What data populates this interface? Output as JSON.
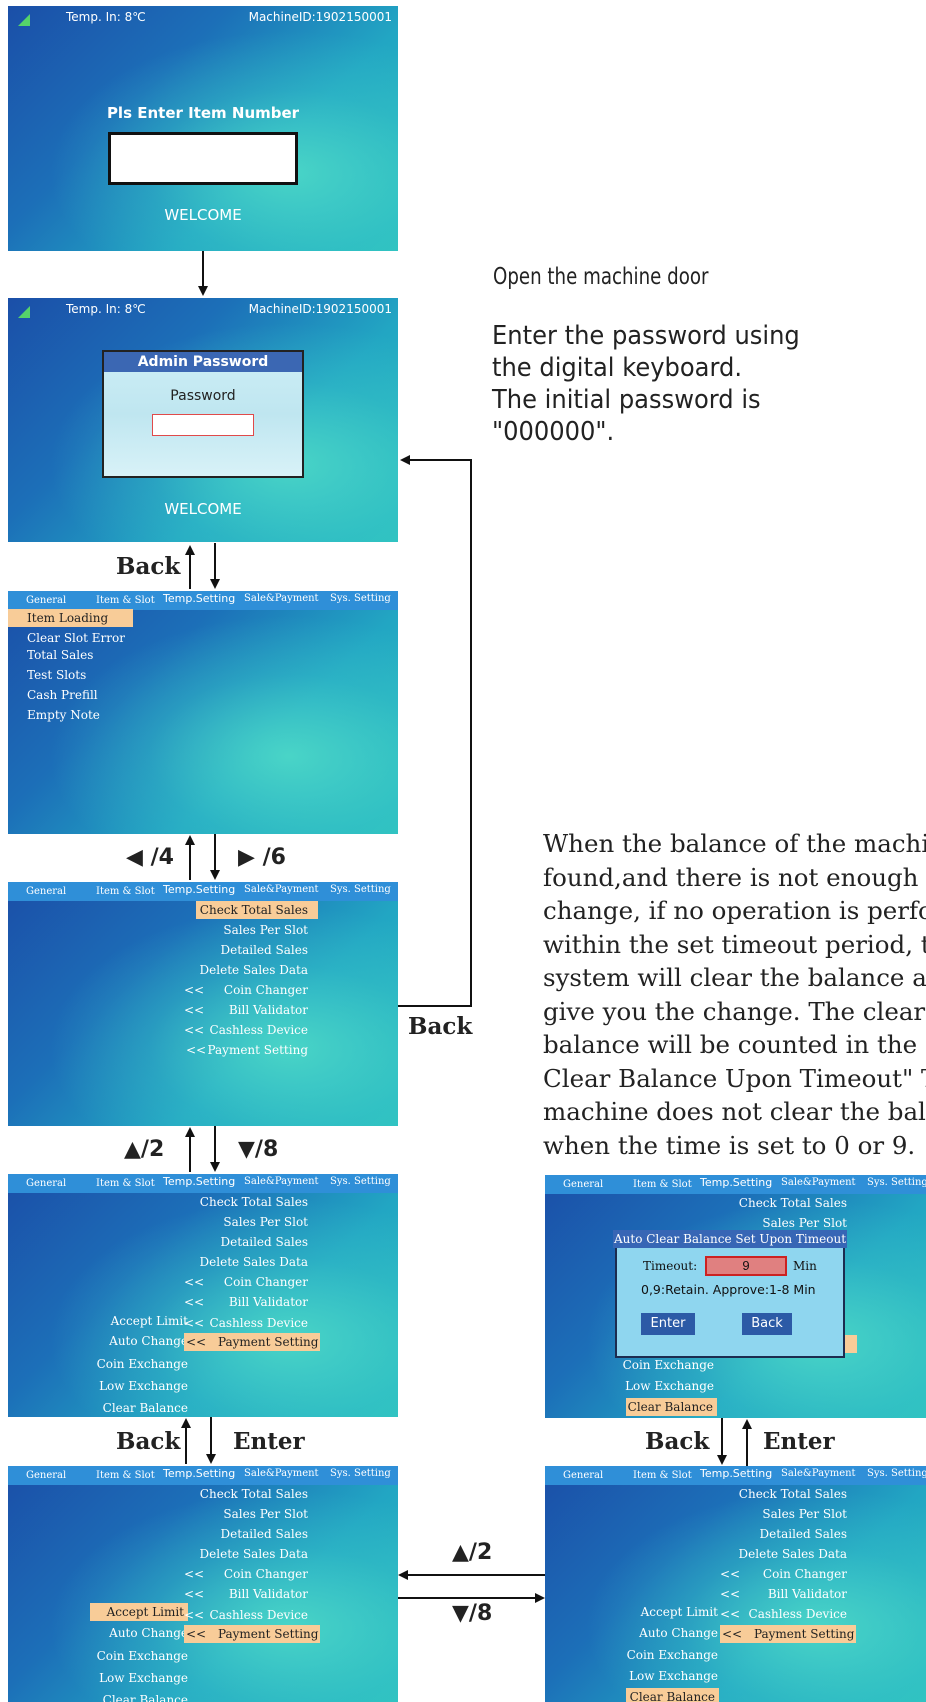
{
  "status": {
    "temp": "Temp.  In:  8℃",
    "machine_id": "MachineID:1902150001"
  },
  "screen1": {
    "prompt": "Pls Enter Item Number",
    "footer": "WELCOME"
  },
  "screen2": {
    "dialog_title": "Admin Password",
    "field_label": "Password",
    "footer": "WELCOME"
  },
  "tabs": {
    "general": "General",
    "item_slot": "Item & Slot",
    "temp": "Temp.Setting",
    "sale": "Sale&Payment",
    "sys": "Sys. Setting"
  },
  "general_menu": [
    "Item Loading",
    "Clear Slot Error",
    "Total Sales",
    "Test Slots",
    "Cash Prefill",
    "Empty Note"
  ],
  "sale_menu": [
    "Check Total Sales",
    "Sales Per Slot",
    "Detailed Sales",
    "Delete Sales Data",
    "Coin Changer",
    "Bill Validator",
    "Cashless Device",
    "Payment Setting"
  ],
  "chevron": "<<",
  "payment_sub": [
    "Accept Limit",
    "Auto Change",
    "Coin Exchange",
    "Low Exchange",
    "Clear Balance"
  ],
  "timeout_dialog": {
    "title": "Auto Clear Balance Set Upon Timeout",
    "timeout_label": "Timeout:",
    "value": "9",
    "unit": "Min",
    "note": "0,9:Retain. Approve:1-8 Min",
    "enter": "Enter",
    "back": "Back"
  },
  "labels": {
    "back": "Back",
    "enter": "Enter",
    "left4": "◀ /4",
    "right6": "▶ /6",
    "up2": "▲/2",
    "down8": "▼/8"
  },
  "instructions": {
    "door": "Open the machine door",
    "password": [
      "Enter the password using",
      "the digital keyboard.",
      "The initial password is",
      "\"000000\"."
    ],
    "balance": [
      "When the balance of the machine is",
      "found,and there is not enough",
      "change, if no operation is performed",
      "within the set timeout period, the",
      "system will clear the balance and",
      "give you the change. The cleared",
      "balance will be counted in the \"Total",
      "Clear Balance Upon Timeout\" The",
      "machine does not clear the balance",
      "when the time is set to 0 or 9."
    ]
  }
}
